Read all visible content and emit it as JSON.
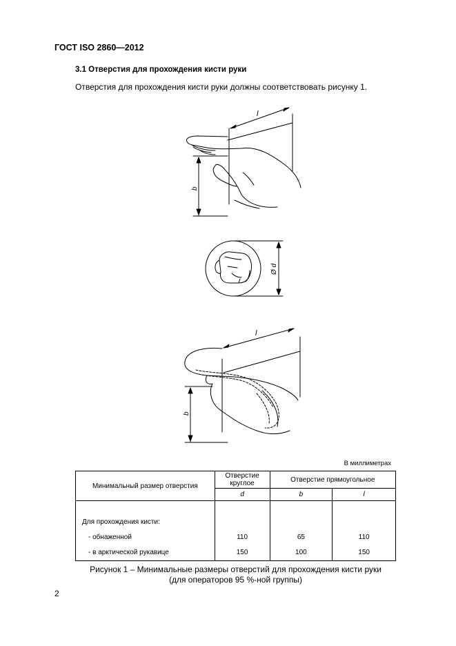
{
  "header": {
    "standard": "ГОСТ ISO 2860—2012"
  },
  "section": {
    "heading": "3.1 Отверстия для прохождения кисти руки"
  },
  "intro": {
    "text": "Отверстия для прохождения кисти руки должны соответствовать рисунку 1."
  },
  "figure": {
    "labels": {
      "l": "l",
      "b": "b",
      "d": "Ø d"
    }
  },
  "units_note": "В миллиметрах",
  "table": {
    "col_header_main": "Минимальный размер отверстия",
    "col_header_round": "Отверстие круглое",
    "col_header_rect": "Отверстие прямоугольное",
    "sym_d": "d",
    "sym_b": "b",
    "sym_l": "l",
    "group_label": "Для прохождения кисти:",
    "rows": [
      {
        "label": "- обнаженной",
        "d": "110",
        "b": "65",
        "l": "110"
      },
      {
        "label": "- в арктической рукавице",
        "d": "150",
        "b": "100",
        "l": "150"
      }
    ]
  },
  "caption": {
    "line1": "Рисунок 1 – Минимальные размеры отверстий для прохождения кисти руки",
    "line2": "(для операторов 95 %-ной группы)"
  },
  "page_number": "2"
}
